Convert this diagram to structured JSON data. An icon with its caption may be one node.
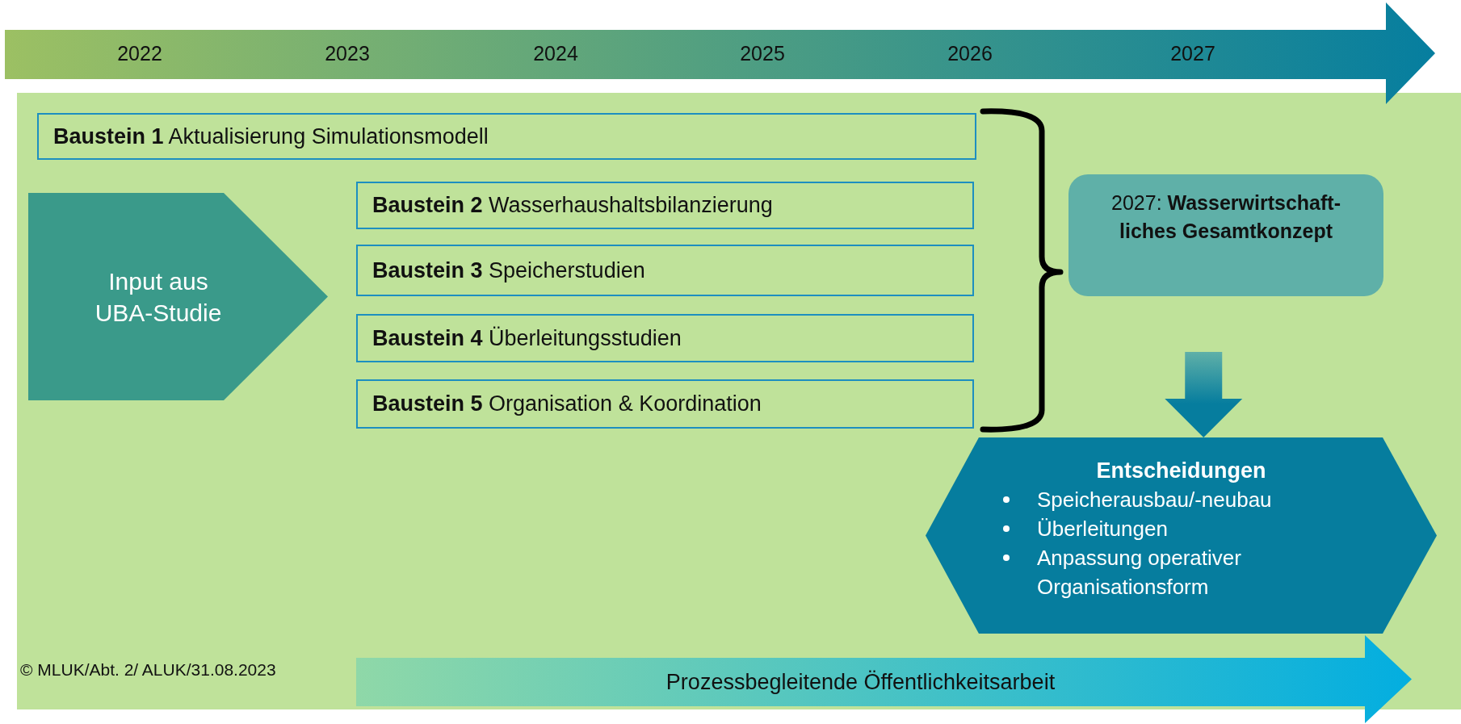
{
  "diagram": {
    "nodes": [
      {
        "text": [
          "2022",
          "2023",
          "2024",
          "2025",
          "2026",
          "2027"
        ]
      },
      {
        "text": [
          "**Baustein 1** Aktualisierung Simulationsmodell"
        ]
      },
      {
        "text": [
          "Input aus UBA-Studie"
        ]
      },
      {
        "text": [
          "**Baustein 2** Wasserhaushaltsbilanzierung"
        ]
      },
      {
        "text": [
          "**Baustein 3** Speicherstudien"
        ]
      },
      {
        "text": [
          "**Baustein 4** Überleitungsstudien"
        ]
      },
      {
        "text": [
          "**Baustein 5** Organisation & Koordination"
        ]
      },
      {
        "text": [
          "2027: **Wasserwirtschaft- liches Gesamtkonzept**"
        ]
      },
      {
        "text": [
          "Entscheidungen",
          "Speicherausbau/-neubau",
          "Überleitungen",
          "Anpassung operativer Organisationsform"
        ]
      },
      {
        "text": [
          "Prozessbegleitende Öffentlichkeitsarbeit"
        ]
      }
    ],
    "edges": [
      {
        "from": 7,
        "to": 8,
        "arrow": "to"
      }
    ],
    "labels": [
      "© MLUK/Abt. 2/ ALUK/31.08.2023"
    ]
  }
}
